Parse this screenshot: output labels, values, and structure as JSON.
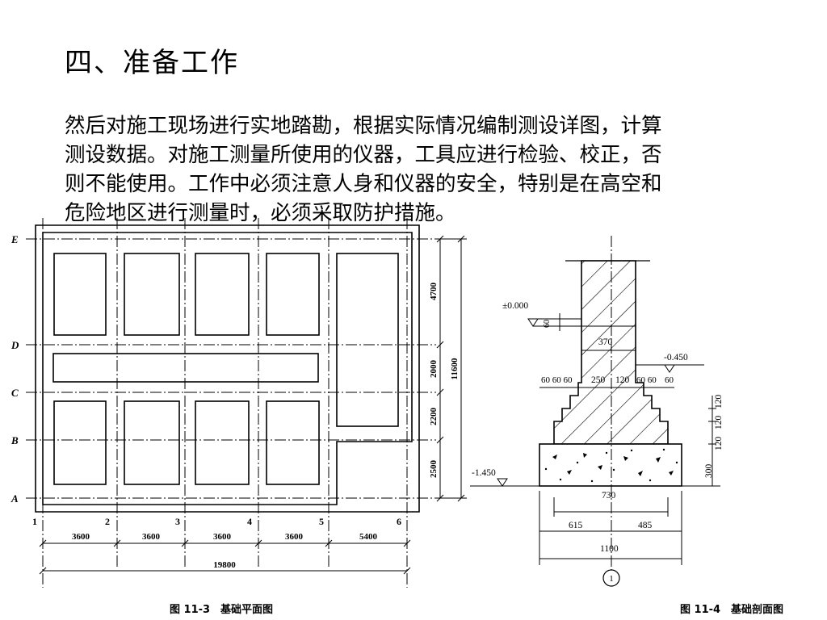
{
  "title": "四、准备工作",
  "paragraph": {
    "line1": "然后对施工现场进行实地踏勘，根据实际情况编制测设详图，计算",
    "line2": "测设数据。对施工测量所使用的仪器，工具应进行检验、校正，否",
    "line3": "则不能使用。工作中必须注意人身和仪器的安全，特别是在高空和",
    "line4": "危险地区进行测量时，必须采取防护措施。"
  },
  "plan": {
    "caption": "图 11-3　基础平面图",
    "axis_rows": [
      "E",
      "D",
      "C",
      "B",
      "A"
    ],
    "axis_cols": [
      "1",
      "2",
      "3",
      "4",
      "5",
      "6"
    ],
    "bay_widths": [
      "3600",
      "3600",
      "3600",
      "3600",
      "5400"
    ],
    "total_width": "19800",
    "row_heights": [
      "4700",
      "2000",
      "2200",
      "2500"
    ],
    "total_height": "11600"
  },
  "section": {
    "caption": "图 11-4　基础剖面图",
    "elev_ground": "±0.000",
    "elev_outside": "-0.450",
    "elev_bottom": "-1.450",
    "dim_60": "60",
    "wall_width": "370",
    "step_left": "60 60 60",
    "step_mid": "250",
    "step_120": "120",
    "step_right": "60 60",
    "step_end": "60",
    "step_heights": [
      "120",
      "120",
      "120"
    ],
    "pad_height": "300",
    "pad_width": "730",
    "left_part": "615",
    "right_part": "485",
    "total_width": "1100",
    "axis_label": "1"
  }
}
